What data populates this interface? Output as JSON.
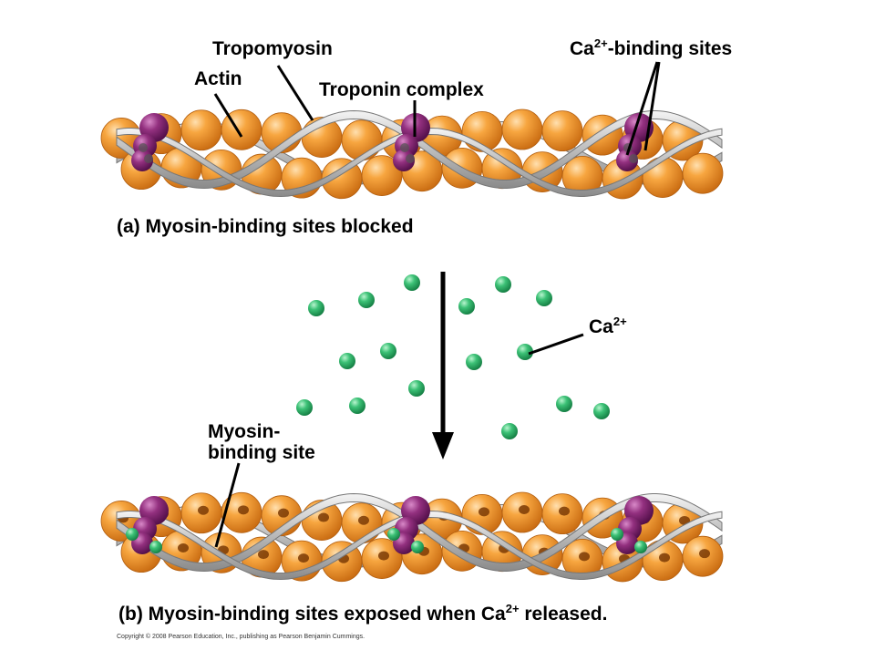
{
  "labels": {
    "tropomyosin": "Tropomyosin",
    "actin": "Actin",
    "troponin": "Troponin complex",
    "ca_binding_base": "Ca",
    "ca_binding_sup": "2+",
    "ca_binding_rest": "-binding sites",
    "ca_ion_base": "Ca",
    "ca_ion_sup": "2+",
    "myosin_site_line1": "Myosin-",
    "myosin_site_line2": "binding site"
  },
  "captions": {
    "a": "(a) Myosin-binding sites blocked",
    "b_pre": "(b) Myosin-binding sites exposed when Ca",
    "b_sup": "2+",
    "b_post": " released."
  },
  "copyright": "Copyright © 2008 Pearson Education, Inc., publishing as Pearson Benjamin Cummings.",
  "colors": {
    "actin": "#f0952a",
    "tropomyosin": "#c8c8c8",
    "troponin": "#8b2a7e",
    "calcium": "#2bb36a"
  }
}
